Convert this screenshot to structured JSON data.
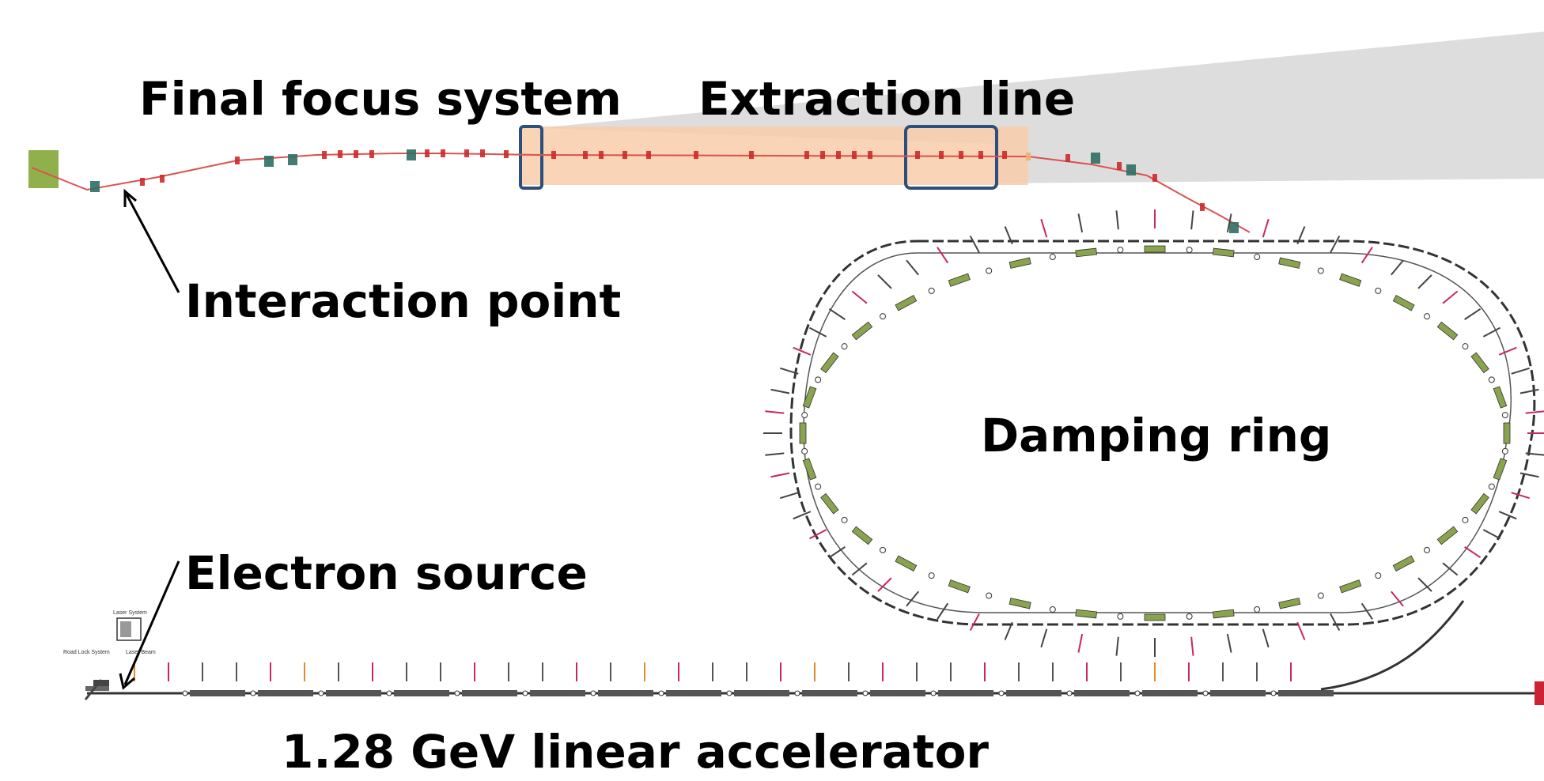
{
  "labels": {
    "final_focus": "Final focus system",
    "extraction": "Extraction line",
    "interaction_point": "Interaction point",
    "damping_ring": "Damping ring",
    "electron_source": "Electron source",
    "linac": "1.28 GeV linear accelerator"
  },
  "small_labels": {
    "laser_system": "Laser System",
    "load_lock": "Road Lock System",
    "laser_beam": "Laser Beam"
  },
  "colors": {
    "beamline": "#d9534f",
    "magnet_red": "#cc2a2a",
    "magnet_teal": "#2e6e64",
    "magnet_green": "#8aa34e",
    "highlight_orange": "#f6c9a6",
    "highlight_box": "#2c4f7c",
    "zoom_gray": "#d6d6d6",
    "dump_green": "#8fb04a",
    "dump_red": "#cc2233"
  }
}
